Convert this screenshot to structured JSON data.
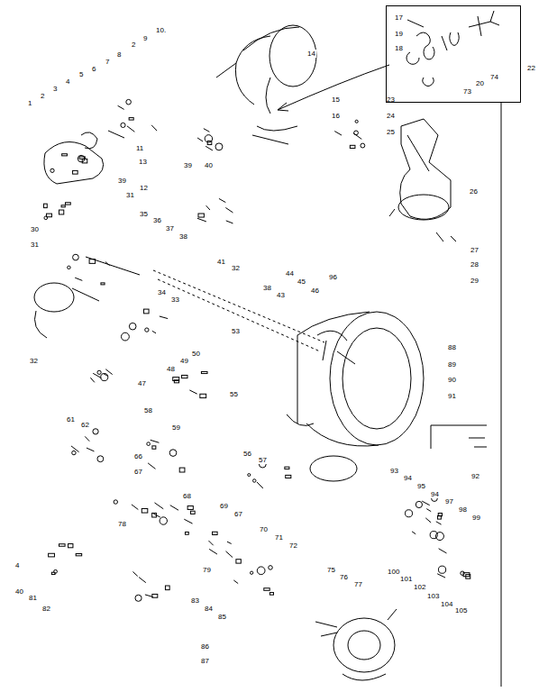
{
  "diagram": {
    "nodes": [
      {
        "text": [
          "17",
          "19",
          "18",
          "73",
          "20",
          "74"
        ]
      }
    ],
    "labels": [
      "1",
      "2",
      "3",
      "4",
      "5",
      "6",
      "7",
      "8",
      "2",
      "9",
      "10.",
      "14",
      "15",
      "16",
      "23",
      "24",
      "25",
      "26",
      "11",
      "13",
      "39",
      "12",
      "31",
      "39",
      "40",
      "22",
      "30",
      "31",
      "35",
      "36",
      "37",
      "38",
      "27",
      "28",
      "29",
      "41",
      "32",
      "44",
      "45",
      "46",
      "96",
      "38",
      "43",
      "34",
      "33",
      "53",
      "32",
      "88",
      "89",
      "90",
      "91",
      "50",
      "49",
      "48",
      "47",
      "55",
      "58",
      "61",
      "62",
      "59",
      "66",
      "67",
      "56",
      "57",
      "92",
      "93",
      "94",
      "95",
      "94",
      "97",
      "98",
      "99",
      "68",
      "69",
      "67",
      "78",
      "70",
      "71",
      "72",
      "4",
      "40",
      "81",
      "82",
      "79",
      "75",
      "76",
      "77",
      "100",
      "101",
      "102",
      "103",
      "104",
      "105",
      "83",
      "84",
      "85",
      "86",
      "87"
    ]
  }
}
